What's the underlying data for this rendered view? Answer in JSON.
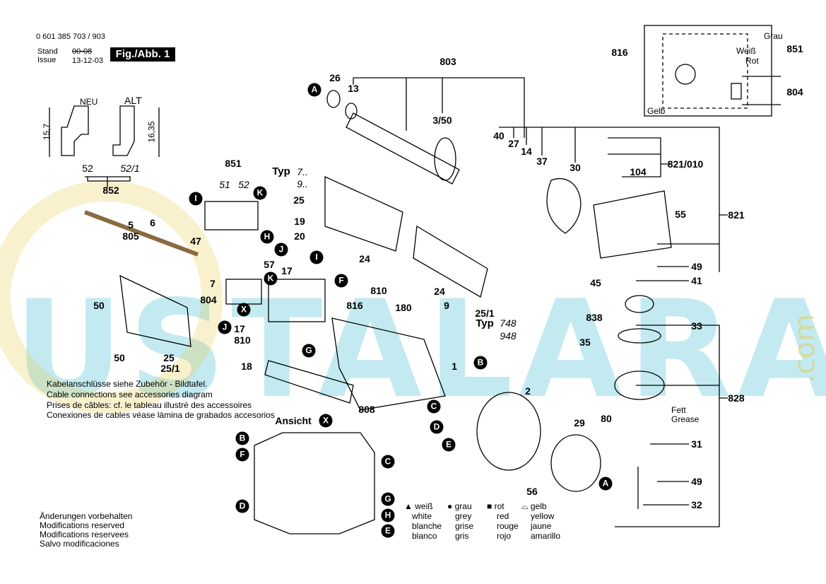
{
  "header": {
    "part_number": "0 601 385 703 / 903",
    "stand_label": "Stand",
    "issue_label": "Issue",
    "old_date": "00-08",
    "date": "13-12-03",
    "figure": "Fig./Abb. 1"
  },
  "brush_detail": {
    "neu": "NEU",
    "alt": "ALT",
    "dim1": "15,7",
    "dim2": "16,35",
    "left": "52",
    "right": "52/1",
    "group": "852"
  },
  "labels": [
    "803",
    "26",
    "13",
    "3/50",
    "40",
    "27",
    "14",
    "37",
    "30",
    "816",
    "851",
    "804",
    "821/010",
    "104",
    "55",
    "821",
    "49",
    "41",
    "45",
    "838",
    "33",
    "35",
    "828",
    "80",
    "31",
    "49",
    "32",
    "29",
    "2",
    "56",
    "1",
    "9",
    "180",
    "25/1",
    "24",
    "24",
    "810",
    "816",
    "17",
    "17",
    "810",
    "18",
    "808",
    "25",
    "19",
    "20",
    "851",
    "51",
    "52",
    "47",
    "57",
    "7",
    "804",
    "5",
    "805",
    "6",
    "50",
    "50",
    "25",
    "25/1"
  ],
  "markers": [
    "A",
    "A",
    "I",
    "K",
    "H",
    "J",
    "K",
    "I",
    "F",
    "X",
    "J",
    "G",
    "B",
    "C",
    "D",
    "E",
    "B",
    "F",
    "C",
    "D",
    "G",
    "H",
    "E"
  ],
  "typ_top": {
    "label": "Typ",
    "v1": "7..",
    "v2": "9.."
  },
  "typ_bottom": {
    "label": "Typ",
    "v1": "748",
    "v2": "948"
  },
  "ansicht": {
    "label": "Ansicht",
    "marker": "X"
  },
  "grease": {
    "de": "Fett",
    "en": "Grease"
  },
  "circuit": {
    "grau": "Grau",
    "weiss": "Weiß",
    "rot": "Rot",
    "gelb": "Gelb"
  },
  "cable_notes": [
    "Kabelanschlüsse siehe Zubehör - Bildtafel.",
    "Cable connections see accessories diagram",
    "Prises de câbles: cf. le tableau illustré des accessoires",
    "Conexiones de cables véase lámina de grabados accesorios"
  ],
  "footer_notes": [
    "Änderungen vorbehalten",
    "Modifications reserved",
    "Modifications reservees",
    "Salvo modificaciones"
  ],
  "color_legend": [
    {
      "symbol": "▲",
      "words": [
        "weiß",
        "white",
        "blanche",
        "blanco"
      ]
    },
    {
      "symbol": "●",
      "words": [
        "grau",
        "grey",
        "grise",
        "gris"
      ]
    },
    {
      "symbol": "■",
      "words": [
        "rot",
        "red",
        "rouge",
        "rojo"
      ]
    },
    {
      "symbol": "⌓",
      "words": [
        "gelb",
        "yellow",
        "jaune",
        "amarillo"
      ]
    }
  ],
  "watermark": {
    "text": "USTALARA",
    "suffix": ".com"
  },
  "colors": {
    "watermark_teal": "#28b4c8",
    "watermark_yellow": "#e6c83c",
    "ink": "#000000"
  }
}
